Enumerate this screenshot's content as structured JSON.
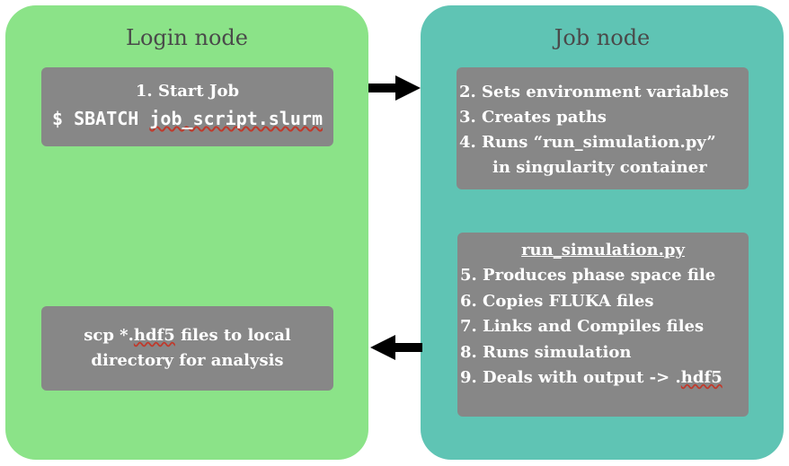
{
  "login_node": {
    "title": "Login node",
    "start_box": {
      "line1": "1. Start Job",
      "command_prefix": "$ SBATCH ",
      "command_file": "job_script.slurm"
    },
    "scp_box": {
      "line1_prefix": "scp *.",
      "line1_ext": "hdf5",
      "line1_suffix": " files to local",
      "line2": "directory for analysis"
    }
  },
  "job_node": {
    "title": "Job node",
    "steps_box": {
      "items": [
        "2. Sets environment variables",
        "3. Creates paths",
        "4. Runs “run_simulation.py”",
        "in singularity container"
      ]
    },
    "sim_box": {
      "title": "run_simulation.py",
      "items": [
        "5. Produces phase space file",
        "6. Copies FLUKA files",
        "7. Links and Compiles files",
        "8. Runs simulation"
      ],
      "last_item_prefix": "9. Deals with output -> .",
      "last_item_ext": "hdf5"
    }
  },
  "arrows": [
    {
      "from": "login_node",
      "to": "job_node",
      "color": "#000000"
    },
    {
      "from": "job_node",
      "to": "login_node",
      "color": "#000000"
    }
  ],
  "colors": {
    "login_panel": "#8be388",
    "job_panel": "#5fc4b4",
    "box": "#878787",
    "title_text": "#4a4a4a"
  }
}
